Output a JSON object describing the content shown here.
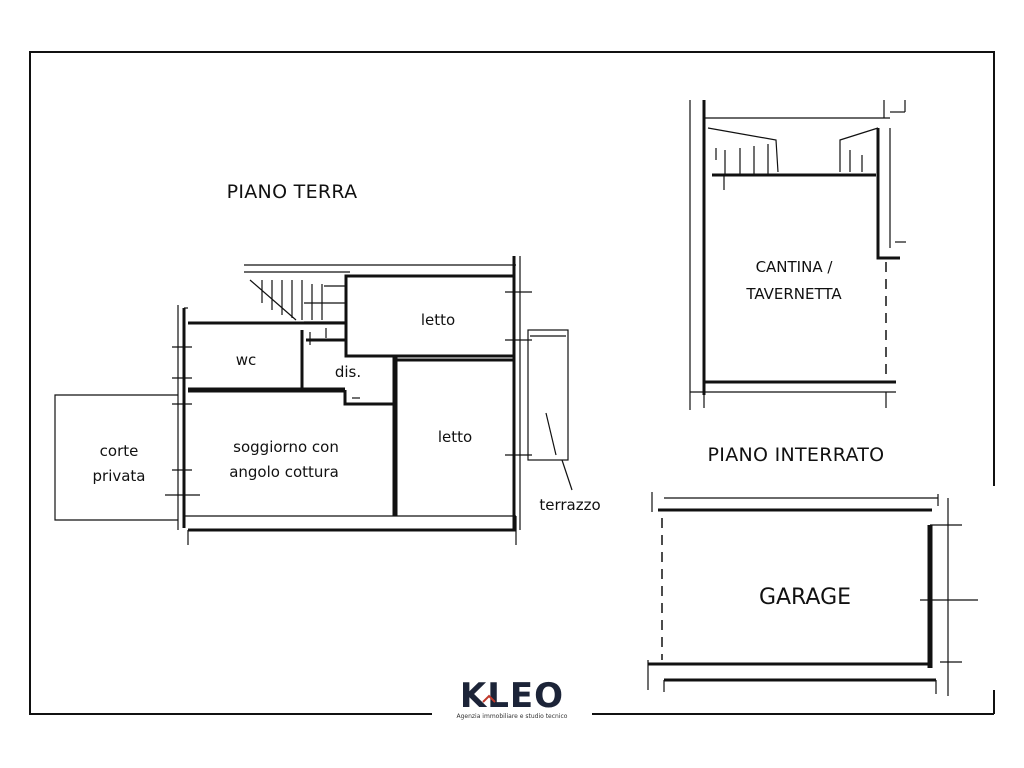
{
  "sections": {
    "ground_floor": "PIANO TERRA",
    "basement": "PIANO INTERRATO"
  },
  "rooms": {
    "letto_top": "letto",
    "wc": "wc",
    "dis": "dis.",
    "letto_right": "letto",
    "soggiorno_line1": "soggiorno con",
    "soggiorno_line2": "angolo cottura",
    "corte_line1": "corte",
    "corte_line2": "privata",
    "terrazzo": "terrazzo",
    "cantina_line1": "CANTINA /",
    "cantina_line2": "TAVERNETTA",
    "garage": "GARAGE"
  },
  "logo": {
    "name": "KLEO",
    "tagline": "Agenzia immobiliare e studio tecnico",
    "color": "#1c2438",
    "accent": "#c0392b"
  }
}
